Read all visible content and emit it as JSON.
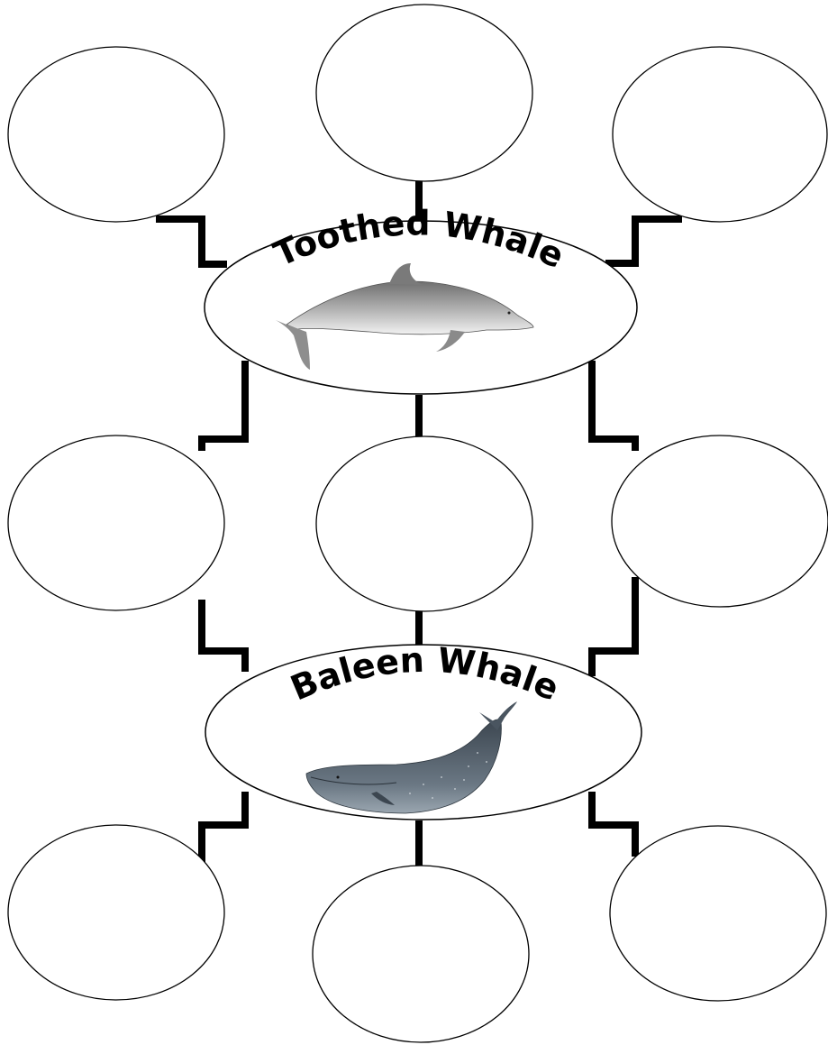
{
  "centers": {
    "toothed": {
      "title": "Toothed Whale",
      "animal": "dolphin-icon"
    },
    "baleen": {
      "title": "Baleen Whale",
      "animal": "whale-icon"
    }
  },
  "blank_circles": {
    "toothed_group": 3,
    "shared_group": 3,
    "baleen_group": 3
  },
  "colors": {
    "line": "#000000",
    "oval_fill": "#ffffff",
    "dolphin_body": "#9a9a9a",
    "whale_body": "#5a6773"
  }
}
